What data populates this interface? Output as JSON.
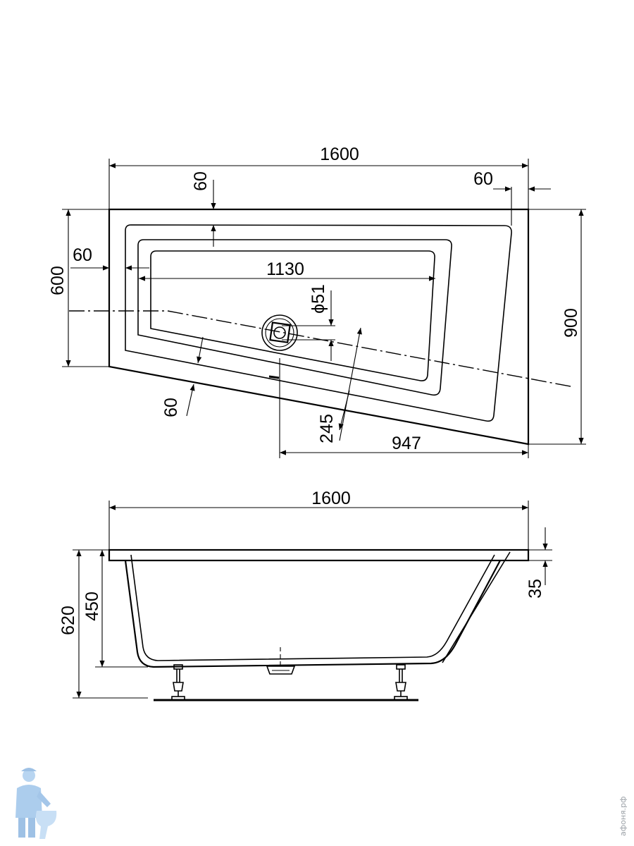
{
  "top_view": {
    "width": "1600",
    "rim_right": "60",
    "rim_top": "60",
    "rim_left": "60",
    "rim_bottom": "60",
    "height_left": "600",
    "height_right": "900",
    "inner_length": "1130",
    "drain_diameter": "ϕ51",
    "drain_offset": "245",
    "drain_to_right": "947"
  },
  "side_view": {
    "width": "1600",
    "total_height": "620",
    "basin_depth": "450",
    "rim_thickness": "35"
  },
  "watermark": {
    "site": "афоня.рф"
  }
}
